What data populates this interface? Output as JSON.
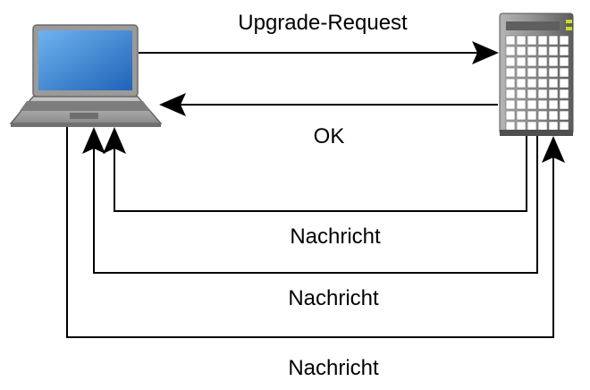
{
  "labels": {
    "upgrade_request": "Upgrade-Request",
    "ok": "OK",
    "message_1": "Nachricht",
    "message_2": "Nachricht",
    "message_3": "Nachricht"
  },
  "icons": {
    "client": "laptop-icon",
    "server": "server-icon"
  },
  "colors": {
    "line": "#000000",
    "laptop_body": "#8a8a8a",
    "laptop_screen": "#2e7fd0",
    "server_body": "#7a7a7a"
  }
}
